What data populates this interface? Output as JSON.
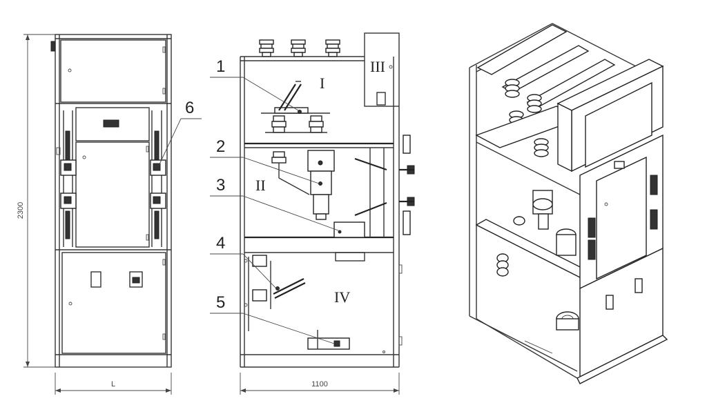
{
  "dimensions": {
    "height": "2300",
    "front_width": "L",
    "side_depth": "1100"
  },
  "callouts": [
    "1",
    "2",
    "3",
    "4",
    "5",
    "6"
  ],
  "compartments": [
    "I",
    "II",
    "III",
    "IV"
  ],
  "colors": {
    "line": "#333333",
    "background": "#ffffff"
  }
}
